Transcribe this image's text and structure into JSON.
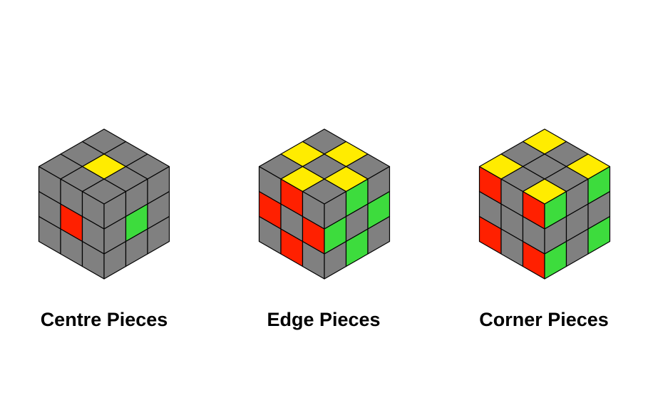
{
  "colors": {
    "gray": "#808080",
    "yellow": "#ffec00",
    "red": "#ff2000",
    "green": "#3ddc3d",
    "outline": "#000000",
    "background": "#ffffff"
  },
  "cubes": [
    {
      "caption": "Centre Pieces",
      "top": [
        [
          "G",
          "G",
          "G"
        ],
        [
          "G",
          "Y",
          "G"
        ],
        [
          "G",
          "G",
          "G"
        ]
      ],
      "left": [
        [
          "G",
          "G",
          "G"
        ],
        [
          "G",
          "R",
          "G"
        ],
        [
          "G",
          "G",
          "G"
        ]
      ],
      "right": [
        [
          "G",
          "G",
          "G"
        ],
        [
          "G",
          "N",
          "G"
        ],
        [
          "G",
          "G",
          "G"
        ]
      ]
    },
    {
      "caption": "Edge Pieces",
      "top": [
        [
          "G",
          "Y",
          "G"
        ],
        [
          "Y",
          "G",
          "Y"
        ],
        [
          "G",
          "Y",
          "G"
        ]
      ],
      "left": [
        [
          "G",
          "R",
          "G"
        ],
        [
          "R",
          "G",
          "R"
        ],
        [
          "G",
          "R",
          "G"
        ]
      ],
      "right": [
        [
          "G",
          "N",
          "G"
        ],
        [
          "N",
          "G",
          "N"
        ],
        [
          "G",
          "N",
          "G"
        ]
      ]
    },
    {
      "caption": "Corner Pieces",
      "top": [
        [
          "Y",
          "G",
          "Y"
        ],
        [
          "G",
          "G",
          "G"
        ],
        [
          "Y",
          "G",
          "Y"
        ]
      ],
      "left": [
        [
          "R",
          "G",
          "R"
        ],
        [
          "G",
          "G",
          "G"
        ],
        [
          "R",
          "G",
          "R"
        ]
      ],
      "right": [
        [
          "N",
          "G",
          "N"
        ],
        [
          "G",
          "G",
          "G"
        ],
        [
          "N",
          "G",
          "N"
        ]
      ]
    }
  ]
}
